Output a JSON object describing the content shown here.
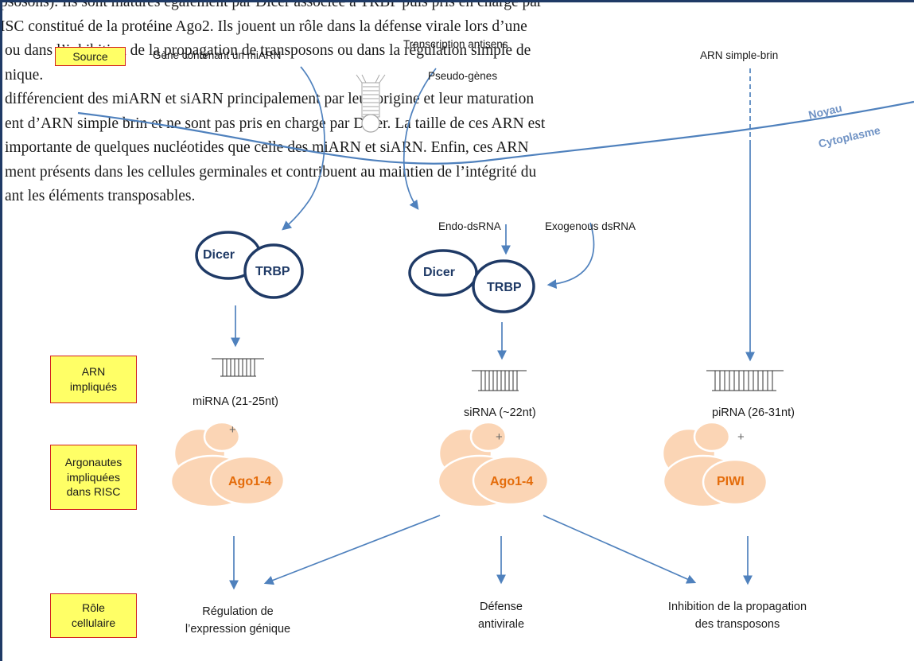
{
  "background_text": [
    "psosons). Ils sont maturés également par Dicer associée à TRBP puis pris en charge par",
    "ISC constitué de la protéine Ago2. Ils jouent un rôle dans la défense virale lors d’une",
    "ou dans l’inhibition de la propagation de transposons ou dans la régulation simple de",
    "nique.",
    "différencient des miARN et siARN principalement par leur origine et leur maturation",
    "ent d’ARN simple brin et ne sont pas pris en charge par Dicer. La taille de ces ARN est",
    "importante de quelques nucléotides que celle des miARN et siARN. Enfin, ces ARN",
    "ment présents dans les cellules germinales et contribuent au maintien de l’intégrité du",
    "ant les éléments transposables."
  ],
  "source_label": "Source",
  "sources": {
    "mirna_gene": "Gène contenant un miARN",
    "antisense": "Transcription antisens",
    "pseudogenes": "Pseudo-gènes",
    "single_strand": "ARN simple-brin",
    "endo": "Endo-dsRNA",
    "exo": "Exogenous dsRNA"
  },
  "compartments": {
    "nucleus": "Noyau",
    "cytoplasm": "Cytoplasme"
  },
  "complexes": [
    {
      "dicer": "Dicer",
      "trbp": "TRBP"
    },
    {
      "dicer": "Dicer",
      "trbp": "TRBP"
    }
  ],
  "row_labels": {
    "arn": "ARN impliqués",
    "argonautes": "Argonautes impliquées dans RISC",
    "role": "Rôle cellulaire"
  },
  "rnas": [
    "miRNA (21-25nt)",
    "siRNA (~22nt)",
    "piRNA (26-31nt)"
  ],
  "argonautes": [
    "Ago1-4",
    "Ago1-4",
    "PIWI"
  ],
  "plus_sign": "+",
  "roles": [
    {
      "line1": "Régulation de",
      "line2": "l’expression génique"
    },
    {
      "line1": "Défense",
      "line2": "antivirale"
    },
    {
      "line1": "Inhibition de la propagation",
      "line2": "des transposons"
    }
  ],
  "colors": {
    "arrow": "#4f81bd",
    "dicer_border": "#1f3a66",
    "dicer_text": "#1f3a66",
    "ago_fill": "#fbd5b5",
    "ago_text": "#e46c0a",
    "box_fill": "#ffff66",
    "box_border": "#d32020",
    "compartment_text": "#6f92c4"
  }
}
